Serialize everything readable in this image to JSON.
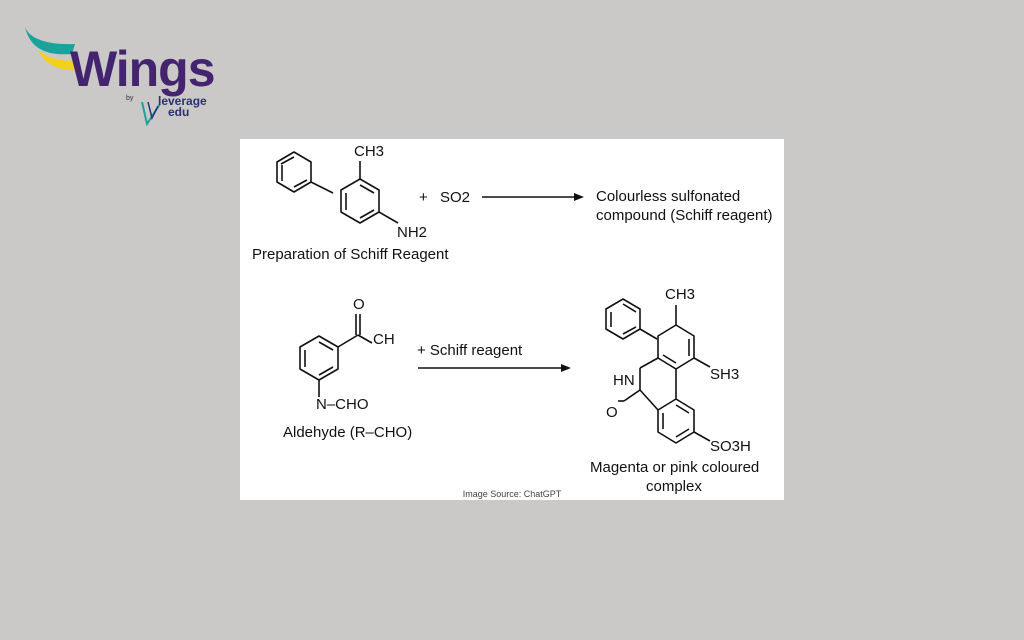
{
  "logo": {
    "brand": "Wings",
    "by": "by",
    "partner_line1": "leverage",
    "partner_line2": "edu",
    "colors": {
      "purple": "#45246f",
      "teal": "#1aa39a",
      "yellow": "#f3d01c",
      "navy": "#2a2f78"
    }
  },
  "figure": {
    "row1": {
      "ch3": "CH3",
      "nh2": "NH2",
      "plus": "+",
      "so2": "SO2",
      "product_line1": "Colourless sulfonated",
      "product_line2": "compound (Schiff reagent)",
      "caption": "Preparation of Schiff Reagent"
    },
    "row2": {
      "o": "O",
      "ch": "CH",
      "ncho": "N–CHO",
      "caption": "Aldehyde (R–CHO)",
      "reagent": "+  Schiff reagent",
      "ch3": "CH3",
      "hn": "HN",
      "sh3": "SH3",
      "o2": "O",
      "so3h": "SO3H",
      "product_line1": "Magenta or pink coloured",
      "product_line2": "complex"
    },
    "source": "Image Source: ChatGPT"
  }
}
